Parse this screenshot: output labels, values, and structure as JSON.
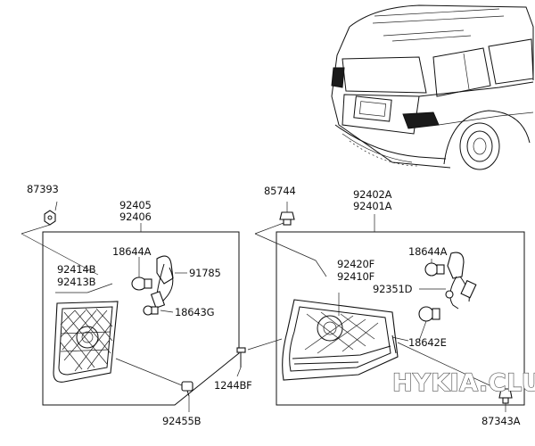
{
  "parts": {
    "p87393": "87393",
    "p92405": "92405",
    "p92406": "92406",
    "p18644A_left": "18644A",
    "p92414B": "92414B",
    "p92413B": "92413B",
    "p91785": "91785",
    "p18643G": "18643G",
    "p92455B": "92455B",
    "p85744": "85744",
    "p92402A": "92402A",
    "p92401A": "92401A",
    "p18644A_right": "18644A",
    "p92420F": "92420F",
    "p92410F": "92410F",
    "p92351D": "92351D",
    "p18642E": "18642E",
    "p1244BF": "1244BF",
    "p87343A": "87343A"
  },
  "watermark": "HYKIA.CLUB",
  "icons": {
    "vehicle": "suv-rear-view-icon",
    "left_lamp": "inner-tail-lamp-icon",
    "right_lamp": "outer-tail-lamp-icon"
  },
  "colors": {
    "line": "#111111",
    "background": "#ffffff",
    "watermark_fill": "#ffffff",
    "watermark_stroke": "#555555"
  }
}
